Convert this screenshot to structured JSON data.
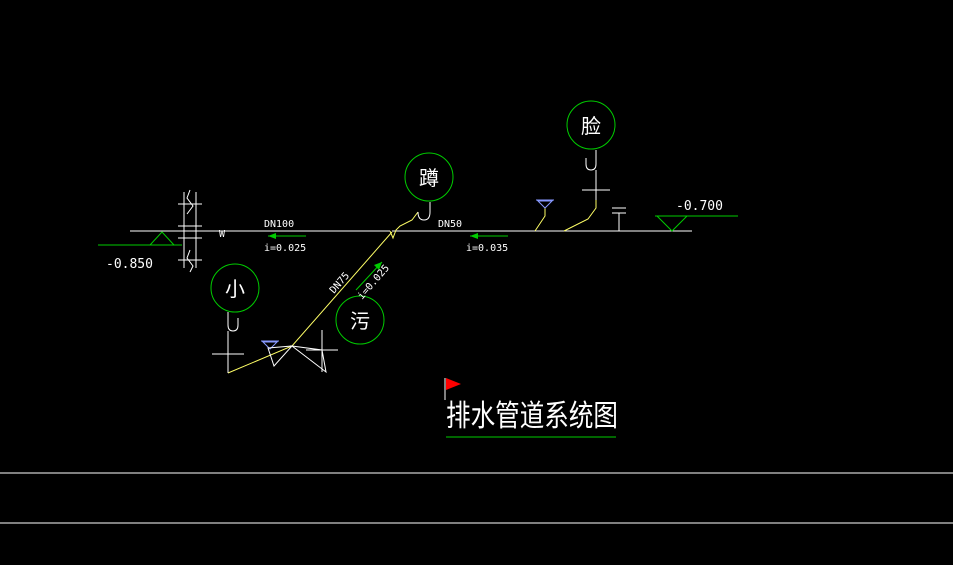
{
  "title": "排水管道系统图",
  "colors": {
    "background": "#000000",
    "pipe": "#ffff66",
    "line": "#ffffff",
    "bubble": "#00cc00",
    "underline": "#00cc00",
    "arrow": "#00cc00",
    "trap": "#8899ff",
    "flag": "#ff0000"
  },
  "fixtures": {
    "squat": "蹲",
    "wash": "脸",
    "small": "小",
    "sewage": "污"
  },
  "pipes": {
    "main_size": "DN100",
    "main_slope": "i=0.025",
    "right_size": "DN50",
    "right_slope": "i=0.035",
    "branch_size": "DN75",
    "branch_slope": "i=0.025",
    "riser_tag": "W"
  },
  "elevations": {
    "left": "-0.850",
    "right": "-0.700"
  },
  "icons": {
    "flag": "flag-icon"
  }
}
